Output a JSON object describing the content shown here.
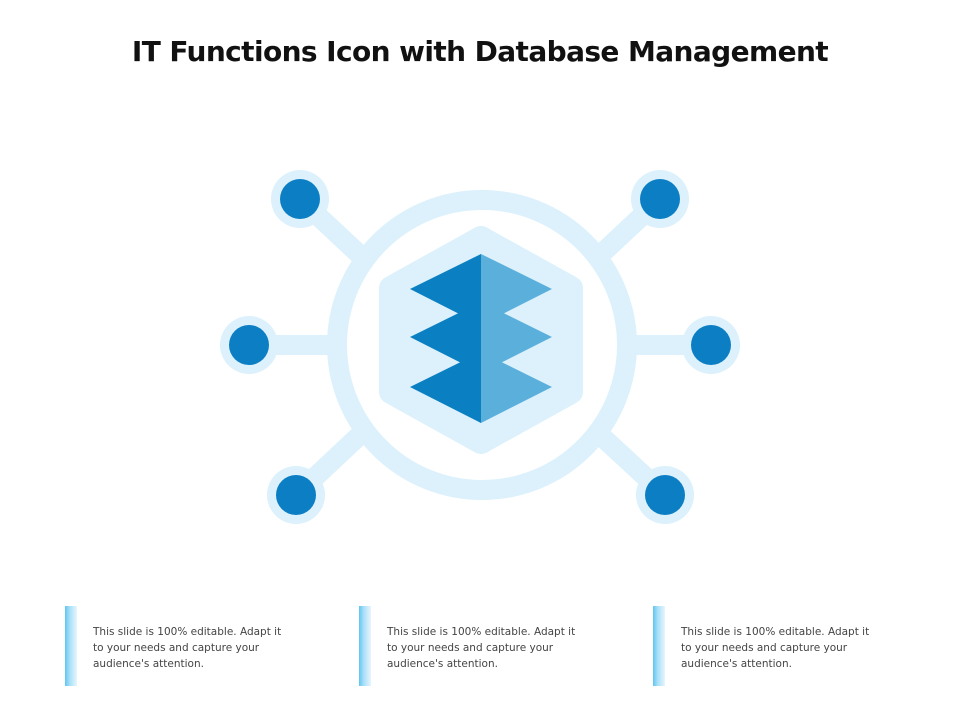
{
  "title": "IT Functions Icon with Database Management",
  "colors": {
    "node_fill": "#0b7ec4",
    "halo": "#dcf1fc",
    "layer_dark": "#0a7fc2",
    "layer_light": "#5bafdb",
    "text": "#444444",
    "accent_bar": "#7fd0f4"
  },
  "icon": "database-network-icon",
  "text_boxes": [
    {
      "text": "This slide is 100% editable. Adapt it to your needs and capture your audience's attention."
    },
    {
      "text": "This slide is 100% editable. Adapt it to your needs and capture your audience's attention."
    },
    {
      "text": "This slide is 100% editable. Adapt it to your needs and capture your audience's attention."
    }
  ]
}
